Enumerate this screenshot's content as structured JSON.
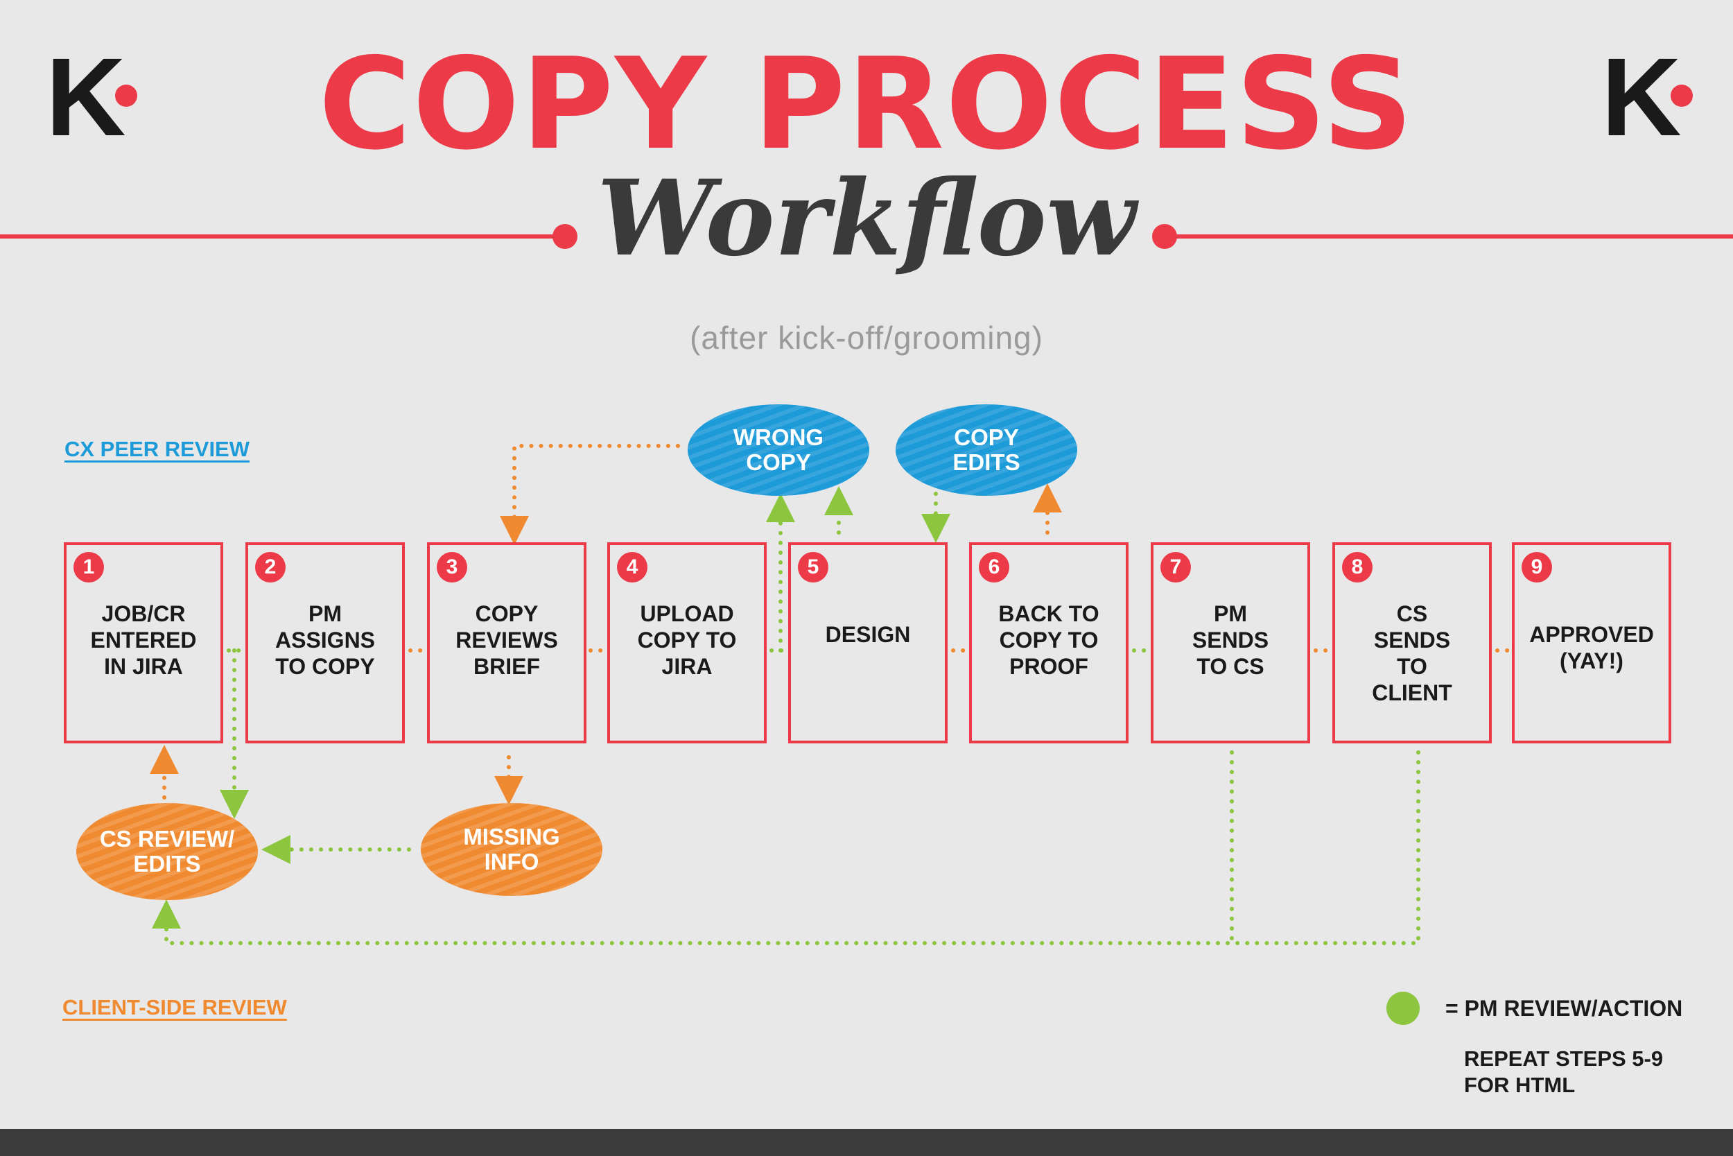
{
  "header": {
    "logo_letter": "K",
    "title": "COPY PROCESS",
    "subtitle": "Workflow",
    "tagline": "(after kick-off/grooming)"
  },
  "sections": {
    "cx_peer_review": "CX PEER REVIEW",
    "client_side_review": "CLIENT-SIDE REVIEW"
  },
  "steps": [
    {
      "num": "1",
      "label": "JOB/CR\nENTERED\nIN JIRA"
    },
    {
      "num": "2",
      "label": "PM\nASSIGNS\nTO COPY"
    },
    {
      "num": "3",
      "label": "COPY\nREVIEWS\nBRIEF"
    },
    {
      "num": "4",
      "label": "UPLOAD\nCOPY TO\nJIRA"
    },
    {
      "num": "5",
      "label": "DESIGN"
    },
    {
      "num": "6",
      "label": "BACK TO\nCOPY TO\nPROOF"
    },
    {
      "num": "7",
      "label": "PM\nSENDS\nTO CS"
    },
    {
      "num": "8",
      "label": "CS\nSENDS\nTO\nCLIENT"
    },
    {
      "num": "9",
      "label": "APPROVED\n(YAY!)"
    }
  ],
  "ovals": {
    "wrong_copy": "WRONG\nCOPY",
    "copy_edits": "COPY\nEDITS",
    "cs_review": "CS REVIEW/\nEDITS",
    "missing_info": "MISSING\nINFO"
  },
  "legend": {
    "pm_review": "= PM REVIEW/ACTION",
    "repeat_note": "REPEAT STEPS 5-9\nFOR HTML"
  },
  "colors": {
    "accent_red": "#ec3a48",
    "cx_blue": "#1d9ad8",
    "client_orange": "#f08a30",
    "pm_green": "#8cc63f",
    "background": "#e8e8e8"
  }
}
